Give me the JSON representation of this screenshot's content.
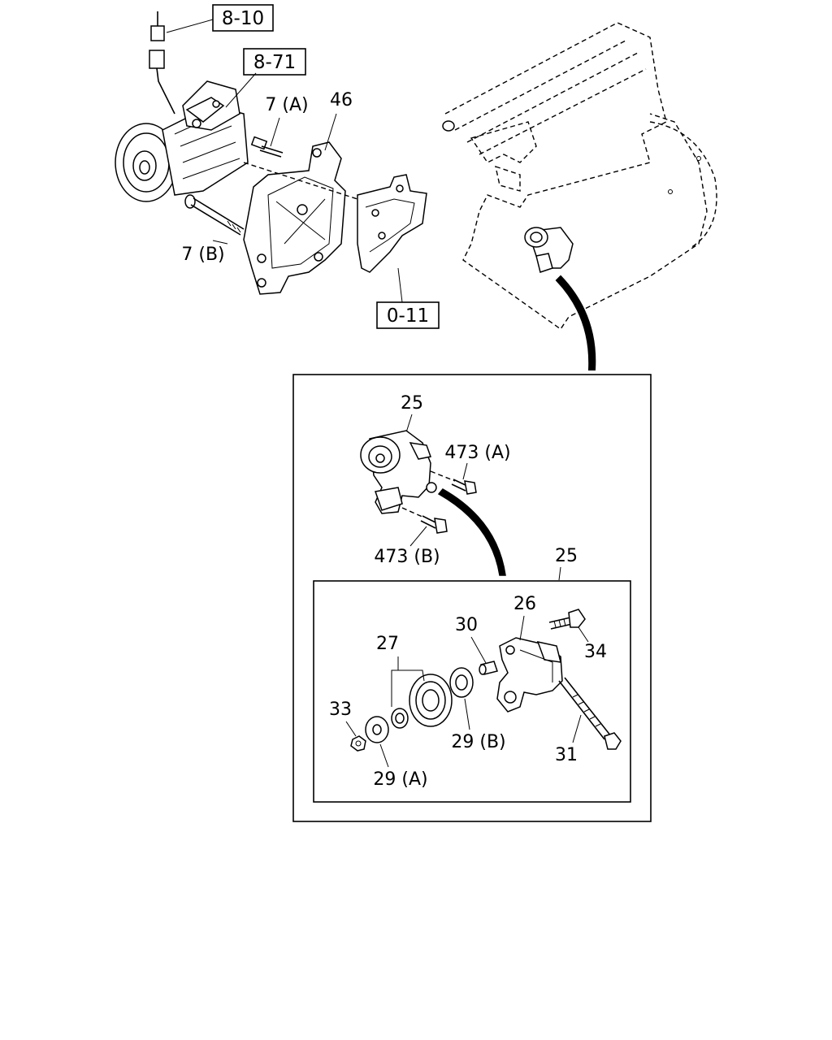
{
  "references": {
    "ref_8_10": "8-10",
    "ref_8_71": "8-71",
    "ref_0_11": "0-11"
  },
  "labels": {
    "l_7a": "7 (A)",
    "l_46": "46",
    "l_7b": "7 (B)",
    "l_25_top": "25",
    "l_473a": "473 (A)",
    "l_473b": "473 (B)",
    "l_25_box": "25",
    "l_26": "26",
    "l_30": "30",
    "l_34": "34",
    "l_27": "27",
    "l_33": "33",
    "l_29b": "29 (B)",
    "l_31": "31",
    "l_29a": "29 (A)"
  },
  "colors": {
    "line": "#000000",
    "background": "#ffffff"
  }
}
